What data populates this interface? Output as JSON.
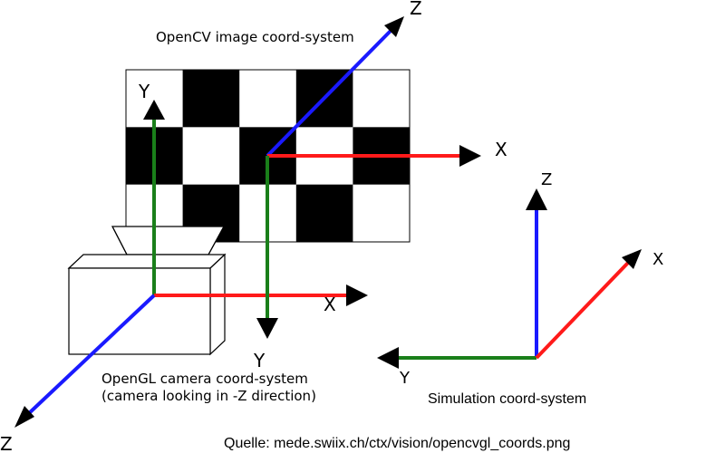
{
  "captions": {
    "opencv": "OpenCV image coord-system",
    "opengl_line1": "OpenGL camera coord-system",
    "opengl_line2": "(camera looking in -Z direction)",
    "simulation": "Simulation coord-system",
    "source": "Quelle: mede.swiix.ch/ctx/vision/opencvgl_coords.png"
  },
  "axis_labels": {
    "opencv_x": "X",
    "opencv_y": "Y",
    "opencv_z": "Z",
    "opengl_x": "X",
    "opengl_y": "Y",
    "opengl_z": "Z",
    "sim_x": "X",
    "sim_y": "Y",
    "sim_z": "Z"
  },
  "checkerboard": {
    "columns": 5,
    "rows": 3
  },
  "colors": {
    "x_axis": "#ff1a1a",
    "y_axis": "#1a7f1a",
    "z_axis": "#1a1aff",
    "square_dark": "#000000",
    "square_light": "#ffffff",
    "outline": "#000000"
  },
  "icons": [
    "checkerboard",
    "camera-body",
    "camera-lens-hood",
    "arrowhead"
  ]
}
